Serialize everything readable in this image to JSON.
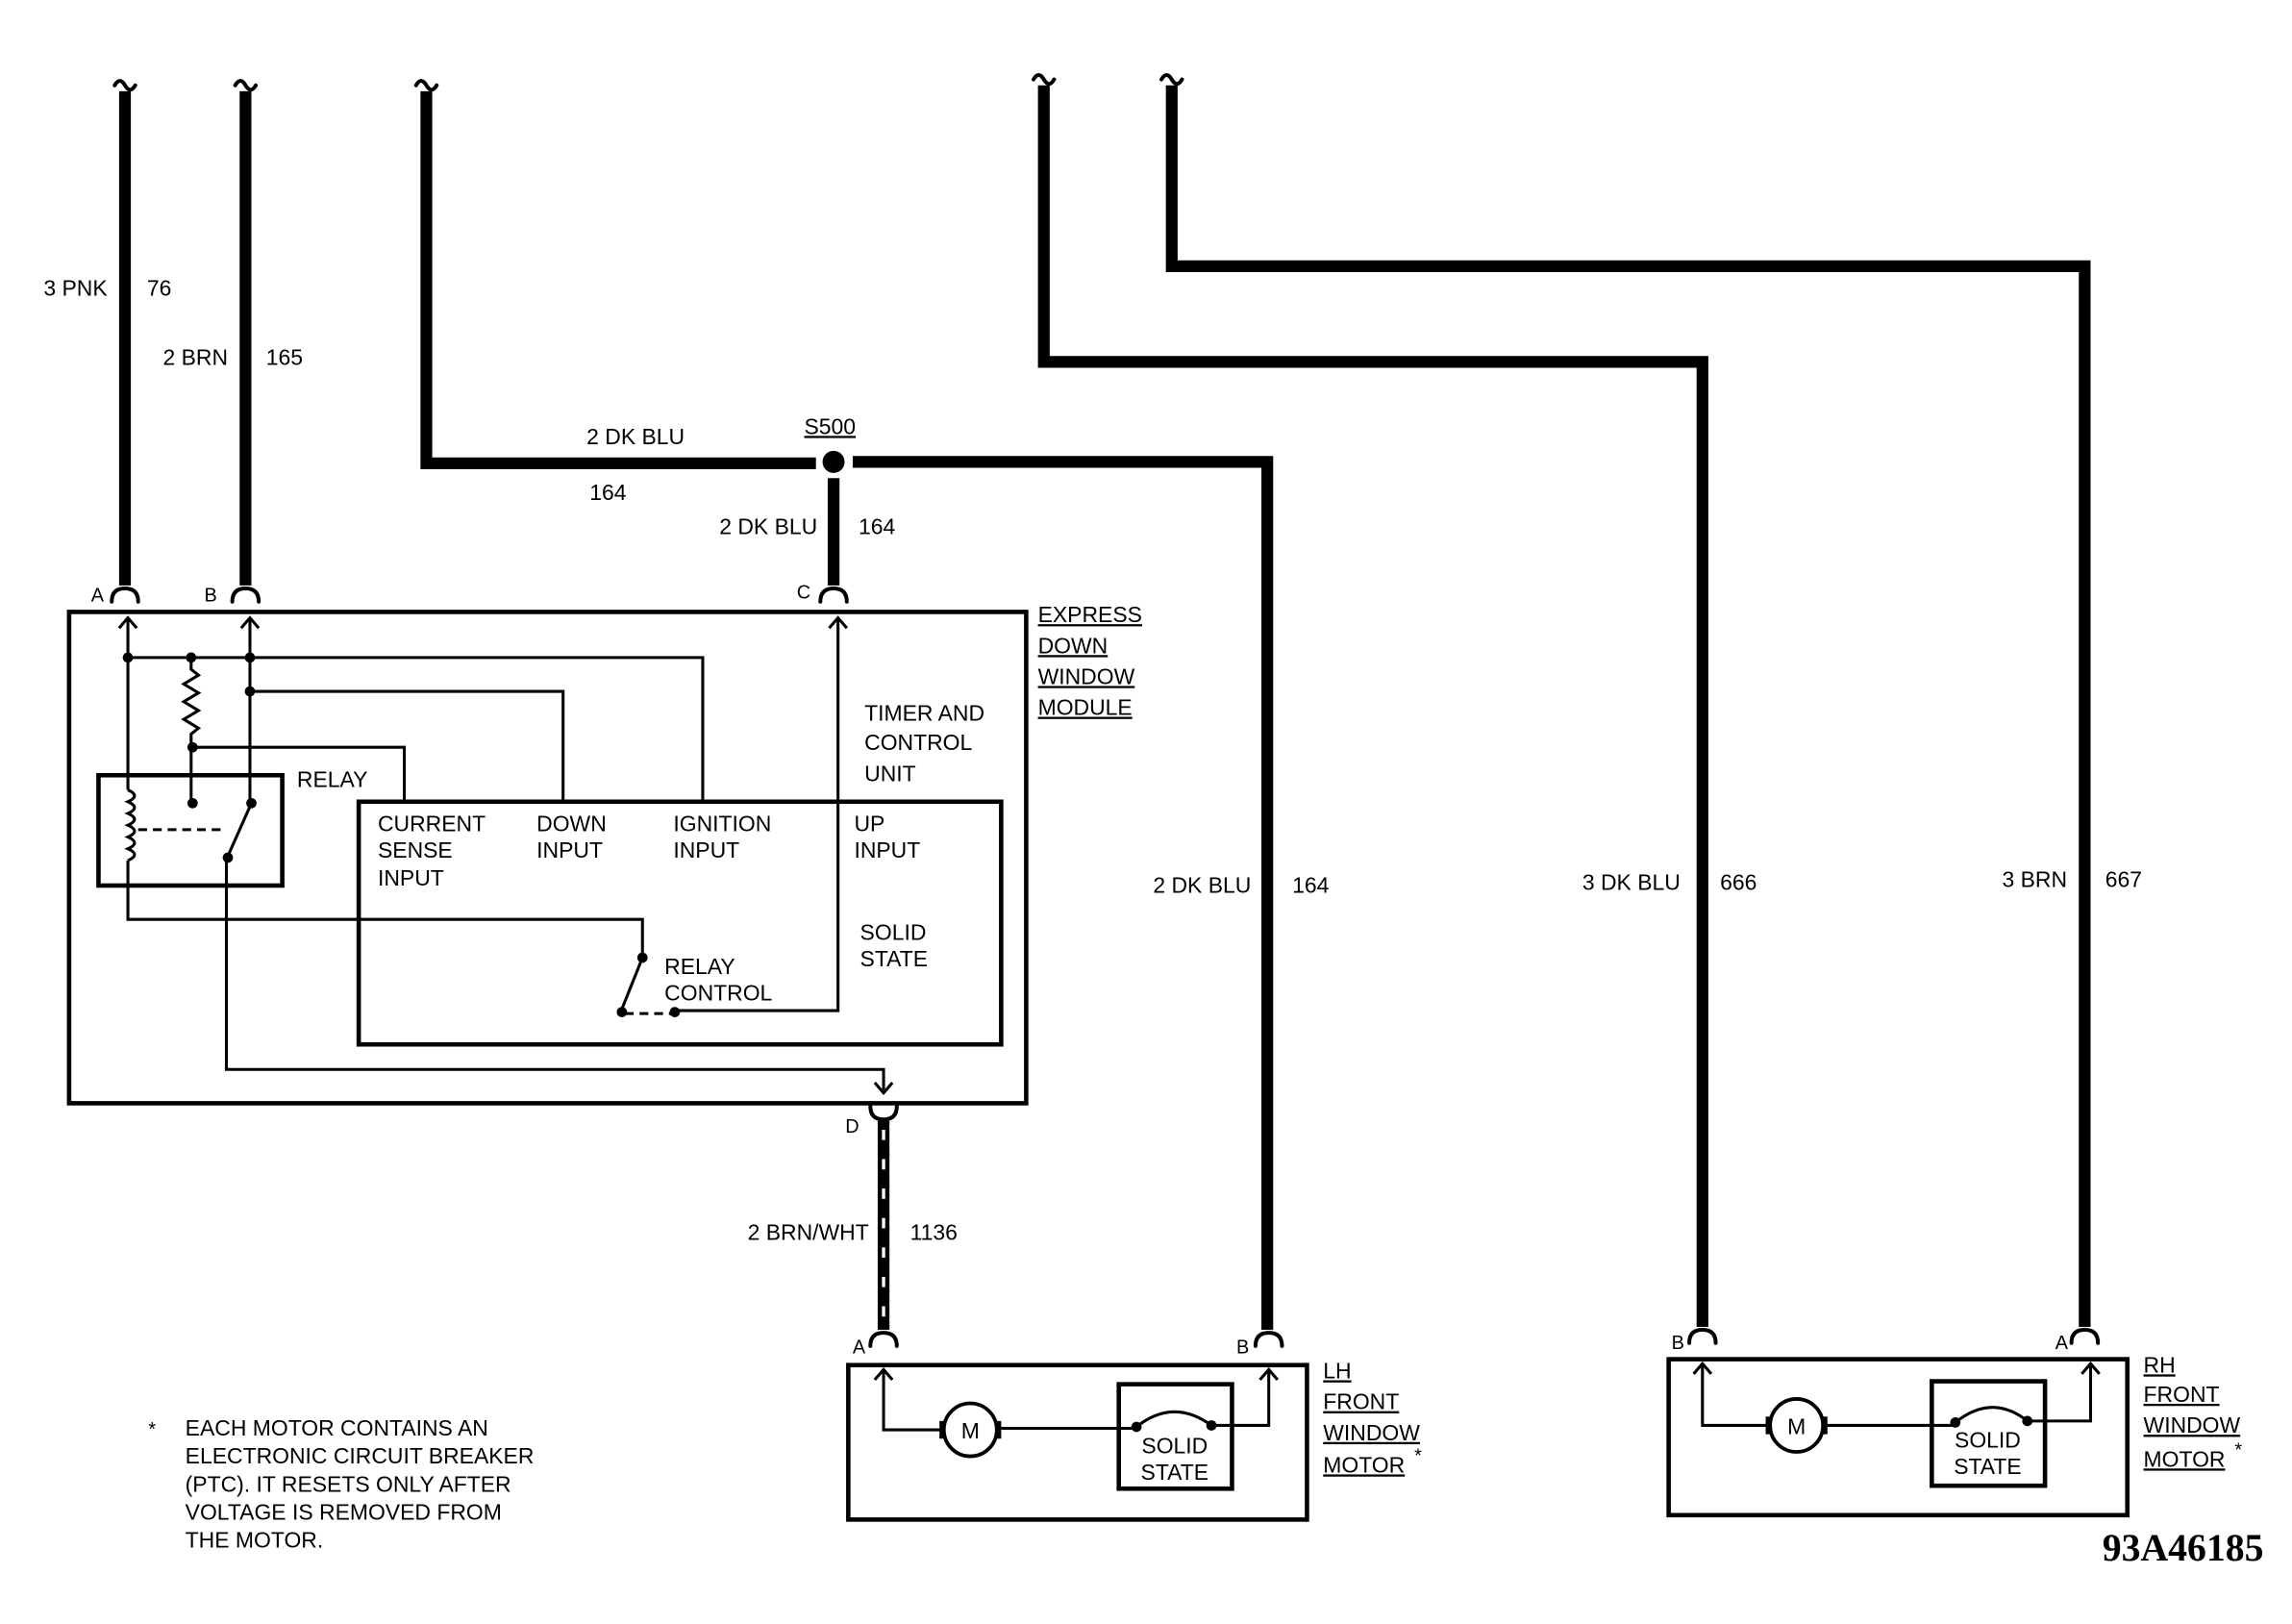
{
  "wires": {
    "pnk_76": {
      "color": "3 PNK",
      "circuit": "76"
    },
    "brn_165": {
      "color": "2 BRN",
      "circuit": "165"
    },
    "dkblu_164_feed": {
      "color": "2 DK BLU",
      "circuit": "164"
    },
    "dkblu_164_module": {
      "color": "2 DK BLU",
      "circuit": "164"
    },
    "dkblu_164_lh_motor": {
      "color": "2 DK BLU",
      "circuit": "164"
    },
    "dkblu_666": {
      "color": "3 DK BLU",
      "circuit": "666"
    },
    "brn_667": {
      "color": "3 BRN",
      "circuit": "667"
    },
    "brnwht_1136": {
      "color": "2 BRN/WHT",
      "circuit": "1136"
    }
  },
  "splice": {
    "label": "S500"
  },
  "module": {
    "name_lines": [
      "EXPRESS",
      "DOWN",
      "WINDOW",
      "MODULE"
    ],
    "unit_lines": [
      "TIMER AND",
      "CONTROL",
      "UNIT"
    ],
    "relay": "RELAY",
    "current_sense_input": [
      "CURRENT",
      "SENSE",
      "INPUT"
    ],
    "down_input": [
      "DOWN",
      "INPUT"
    ],
    "ignition_input": [
      "IGNITION",
      "INPUT"
    ],
    "up_input": [
      "UP",
      "INPUT"
    ],
    "solid_state": [
      "SOLID",
      "STATE"
    ],
    "relay_control": [
      "RELAY",
      "CONTROL"
    ],
    "terminals": {
      "a": "A",
      "b": "B",
      "c": "C",
      "d": "D"
    }
  },
  "lh_motor": {
    "name_lines": [
      "LH",
      "FRONT",
      "WINDOW",
      "MOTOR"
    ],
    "note_mark": "*",
    "motor": "M",
    "solid_state": [
      "SOLID",
      "STATE"
    ],
    "terminals": {
      "a": "A",
      "b": "B"
    }
  },
  "rh_motor": {
    "name_lines": [
      "RH",
      "FRONT",
      "WINDOW",
      "MOTOR"
    ],
    "note_mark": "*",
    "motor": "M",
    "solid_state": [
      "SOLID",
      "STATE"
    ],
    "terminals": {
      "a": "A",
      "b": "B"
    }
  },
  "footnote": {
    "marker": "*",
    "lines": [
      "EACH MOTOR CONTAINS AN",
      "ELECTRONIC CIRCUIT BREAKER",
      "(PTC). IT RESETS ONLY AFTER",
      "VOLTAGE IS REMOVED FROM",
      "THE MOTOR."
    ]
  },
  "figure_id": "93A46185"
}
